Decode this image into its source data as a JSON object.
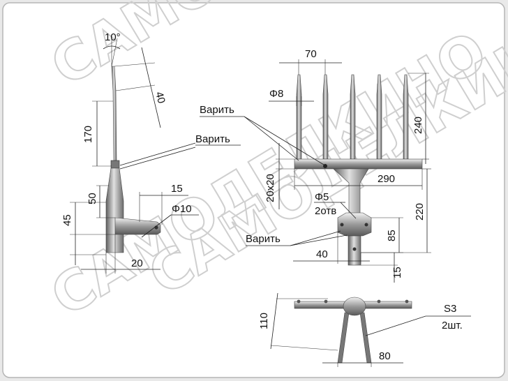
{
  "watermark": "САМОДЕЛКИНО",
  "colors": {
    "background": "#e9e9e9",
    "frame": "#ffffff",
    "metal_dark": "#6b6b6b",
    "metal_light": "#d6d6d6"
  },
  "side_view": {
    "angle": "10°",
    "tine_tip_length": "40",
    "tine_length": "170",
    "handle_height": "50",
    "bracket_height": "45",
    "bracket_hole_offset": "15",
    "hole_diameter": "Φ10",
    "bracket_width": "20",
    "weld_label": "Варить"
  },
  "front_view": {
    "tine_spacing": "70",
    "tine_diameter": "Φ8",
    "tine_height": "240",
    "bar_section": "20x20",
    "bar_length": "290",
    "holes": "Φ5",
    "holes_count": "2отв",
    "total_height": "220",
    "plate_height": "85",
    "plate_width": "40",
    "bottom_offset": "15",
    "weld_label_top": "Варить",
    "weld_label_bottom": "Варить"
  },
  "top_view": {
    "height": "110",
    "width": "80",
    "material": "S3",
    "quantity": "2шт."
  }
}
